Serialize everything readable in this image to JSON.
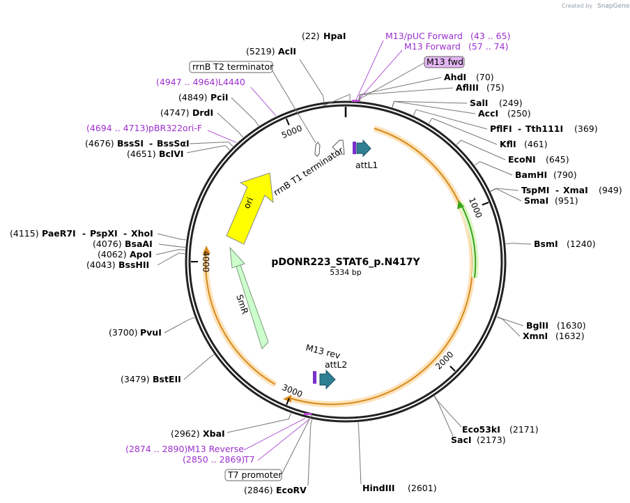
{
  "plasmid": {
    "name": "pDONR223_STAT6_p.N417Y",
    "size_label": "5334 bp",
    "length": 5334
  },
  "credit": {
    "created_by": "Created by",
    "brand": "SnapGene"
  },
  "colors": {
    "backbone": "#000000",
    "orange": "#e8961e",
    "orange_glow": "#fde3bb",
    "green": "#5fbf2e",
    "green_glow": "#dff5c8",
    "ori": "#ffff00",
    "smr": "#ccffcc",
    "attl": "#2e8b9a",
    "purple": "#9b2fce",
    "magenta": "#c04bd9",
    "primer_box": "#e3b6f2"
  },
  "ticks": [
    {
      "pos": 1000,
      "label": "1000"
    },
    {
      "pos": 2000,
      "label": "2000"
    },
    {
      "pos": 3000,
      "label": "3000"
    },
    {
      "pos": 4000,
      "label": "4000"
    },
    {
      "pos": 5000,
      "label": "5000"
    }
  ],
  "sites": [
    {
      "id": "hpai",
      "name": "HpaI",
      "num": "(22)",
      "pos": 22
    },
    {
      "id": "acli",
      "name": "AclI",
      "num": "(5219)",
      "pos": 5219
    },
    {
      "id": "ahdi",
      "name": "AhdI",
      "num": "(70)",
      "pos": 70
    },
    {
      "id": "aflIII",
      "name": "AflIII",
      "num": "(75)",
      "pos": 75
    },
    {
      "id": "sali",
      "name": "SalI",
      "num": "(249)",
      "pos": 249
    },
    {
      "id": "acci",
      "name": "AccI",
      "num": "(250)",
      "pos": 250
    },
    {
      "id": "pflfi",
      "name": "PflFI",
      "name2": "Tth111I",
      "num": "(369)",
      "pos": 369
    },
    {
      "id": "kfli",
      "name": "KflI",
      "num": "(461)",
      "pos": 461
    },
    {
      "id": "ecoNI",
      "name": "EcoNI",
      "num": "(645)",
      "pos": 645
    },
    {
      "id": "bamhi",
      "name": "BamHI",
      "num": "(790)",
      "pos": 790
    },
    {
      "id": "tspmi",
      "name": "TspMI",
      "name2": "XmaI",
      "num": "(949)",
      "pos": 949
    },
    {
      "id": "smai",
      "name": "SmaI",
      "num": "(951)",
      "pos": 951
    },
    {
      "id": "bsmi",
      "name": "BsmI",
      "num": "(1240)",
      "pos": 1240
    },
    {
      "id": "bglII",
      "name": "BglII",
      "num": "(1630)",
      "pos": 1630
    },
    {
      "id": "xmni",
      "name": "XmnI",
      "num": "(1632)",
      "pos": 1632
    },
    {
      "id": "eco53ki",
      "name": "Eco53kI",
      "num": "(2171)",
      "pos": 2171
    },
    {
      "id": "saci",
      "name": "SacI",
      "num": "(2173)",
      "pos": 2173
    },
    {
      "id": "hindIII",
      "name": "HindIII",
      "num": "(2601)",
      "pos": 2601
    },
    {
      "id": "ecorv",
      "name": "EcoRV",
      "num": "(2846)",
      "pos": 2846
    },
    {
      "id": "xbai",
      "name": "XbaI",
      "num": "(2962)",
      "pos": 2962
    },
    {
      "id": "bsteII",
      "name": "BstEII",
      "num": "(3479)",
      "pos": 3479
    },
    {
      "id": "pvui",
      "name": "PvuI",
      "num": "(3700)",
      "pos": 3700
    },
    {
      "id": "bsshII",
      "name": "BssHII",
      "num": "(4043)",
      "pos": 4043
    },
    {
      "id": "apoi",
      "name": "ApoI",
      "num": "(4062)",
      "pos": 4062
    },
    {
      "id": "bsaai",
      "name": "BsaAI",
      "num": "(4076)",
      "pos": 4076
    },
    {
      "id": "paer7i",
      "name": "PaeR7I",
      "name2": "PspXI",
      "name3": "XhoI",
      "num": "(4115)",
      "pos": 4115
    },
    {
      "id": "bclvi",
      "name": "BclVI",
      "num": "(4651)",
      "pos": 4651
    },
    {
      "id": "bsssi",
      "name": "BssSI",
      "name2": "BssSαI",
      "num": "(4676)",
      "pos": 4676
    },
    {
      "id": "drdi",
      "name": "DrdI",
      "num": "(4747)",
      "pos": 4747
    },
    {
      "id": "pcii",
      "name": "PciI",
      "num": "(4849)",
      "pos": 4849
    }
  ],
  "primers": [
    {
      "id": "m13puc",
      "name": "M13/pUC Forward",
      "range": "(43 .. 65)",
      "pos": 54
    },
    {
      "id": "m13fwd_long",
      "name": "M13 Forward",
      "range": "(57 .. 74)",
      "pos": 65
    },
    {
      "id": "l4440",
      "name": "L4440",
      "range": "(4947 .. 4964)",
      "pos": 4955
    },
    {
      "id": "pbr322",
      "name": "pBR322ori-F",
      "range": "(4694 .. 4713)",
      "pos": 4703
    },
    {
      "id": "m13rev_primer",
      "name": "M13 Reverse",
      "range": "(2874 .. 2890)",
      "pos": 2882
    },
    {
      "id": "t7",
      "name": "T7",
      "range": "(2850 .. 2869)",
      "pos": 2860
    }
  ],
  "boxed": [
    {
      "id": "m13fwd_box",
      "label": "M13 fwd"
    },
    {
      "id": "rrnbt2",
      "label": "rrnB T2 terminator"
    },
    {
      "id": "t7promoter",
      "label": "T7 promoter"
    }
  ],
  "features": {
    "attl1": "attL1",
    "attl2": "attL2",
    "rrnbt1": "rrnB T1 terminator",
    "ori": "ori",
    "smr": "SmR",
    "m13rev": "M13 rev"
  }
}
